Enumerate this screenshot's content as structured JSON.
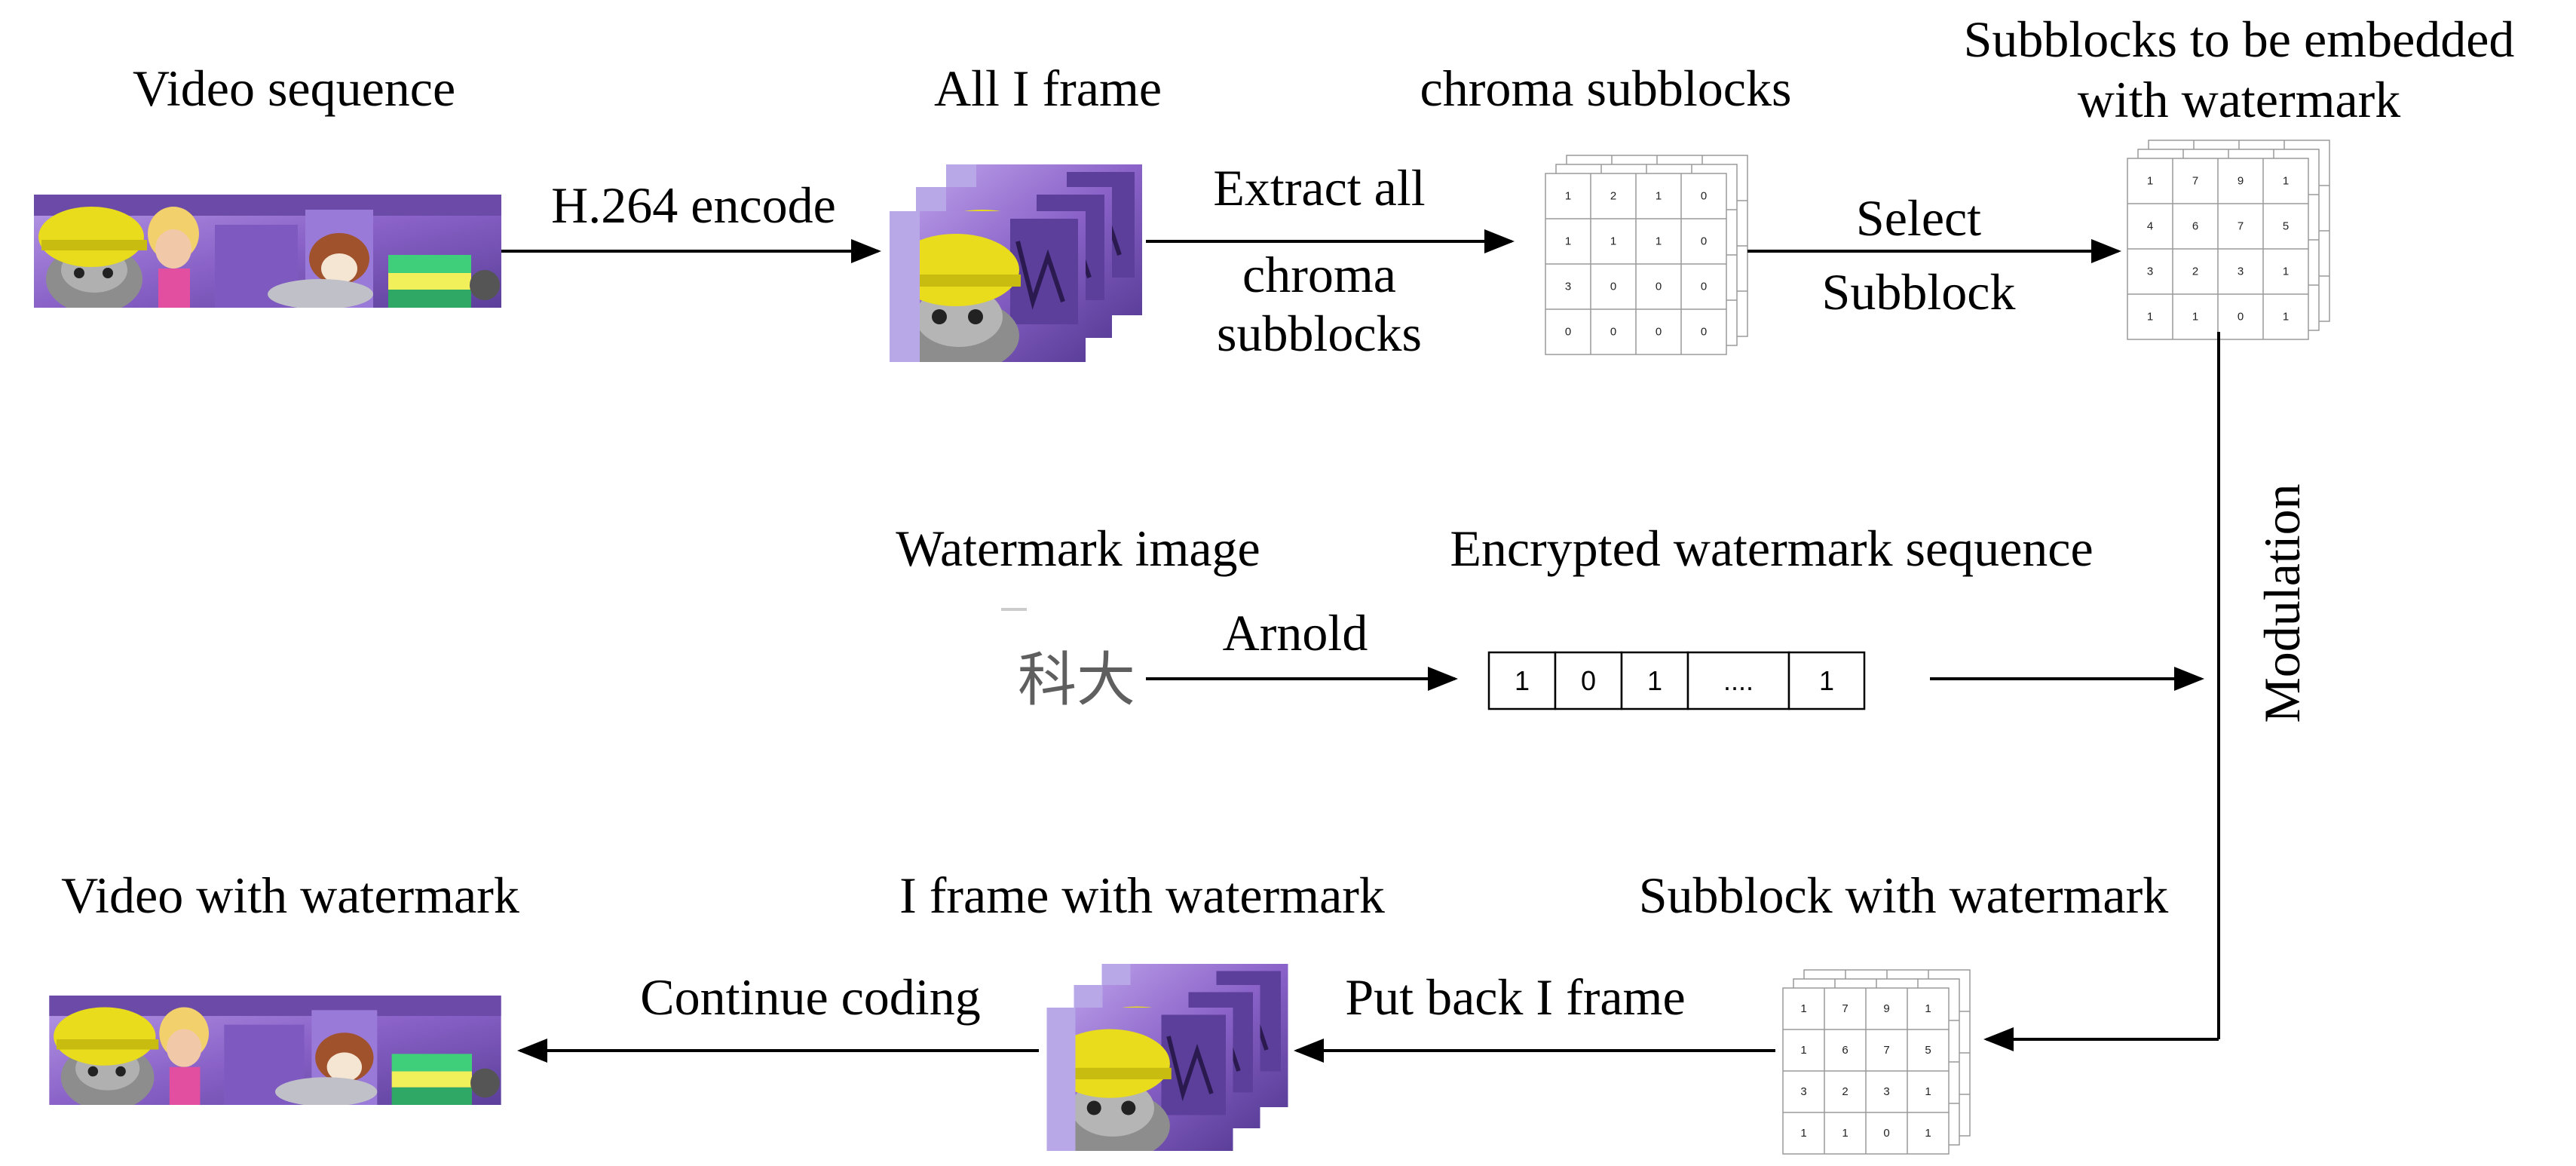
{
  "labels": {
    "video_sequence": "Video sequence",
    "all_i_frame": "All I frame",
    "chroma_subblocks": "chroma subblocks",
    "subblocks_embed_1": "Subblocks to be embedded",
    "subblocks_embed_2": "with watermark",
    "h264_encode": "H.264 encode",
    "extract_1": "Extract all",
    "extract_2": "chroma",
    "extract_3": "subblocks",
    "select_1": "Select",
    "select_2": "Subblock",
    "modulation": "Modulation",
    "watermark_image": "Watermark image",
    "encrypted_sequence": "Encrypted watermark sequence",
    "arnold": "Arnold",
    "video_with_watermark": "Video with watermark",
    "i_frame_with_watermark": "I frame with watermark",
    "subblock_with_watermark": "Subblock with watermark",
    "continue_coding": "Continue coding",
    "put_back": "Put back I frame"
  },
  "watermark_glyphs": "科大",
  "chroma_matrix": [
    [
      "1",
      "2",
      "1",
      "0"
    ],
    [
      "1",
      "1",
      "1",
      "0"
    ],
    [
      "3",
      "0",
      "0",
      "0"
    ],
    [
      "0",
      "0",
      "0",
      "0"
    ]
  ],
  "selected_matrix": [
    [
      "1",
      "7",
      "9",
      "1"
    ],
    [
      "4",
      "6",
      "7",
      "5"
    ],
    [
      "3",
      "2",
      "3",
      "1"
    ],
    [
      "1",
      "1",
      "0",
      "1"
    ]
  ],
  "watermarked_matrix": [
    [
      "1",
      "7",
      "9",
      "1"
    ],
    [
      "1",
      "6",
      "7",
      "5"
    ],
    [
      "3",
      "2",
      "3",
      "1"
    ],
    [
      "1",
      "1",
      "0",
      "1"
    ]
  ],
  "sequence_cells": [
    "1",
    "0",
    "1",
    "....",
    "1"
  ],
  "colors": {
    "frame_purple": "#8a62c8",
    "frame_dark": "#4b3480",
    "helmet_yellow": "#e8dc1c",
    "skin_pink": "#e8a5c0",
    "dog_brown": "#a0522d",
    "book_green": "#3fcf7a"
  }
}
